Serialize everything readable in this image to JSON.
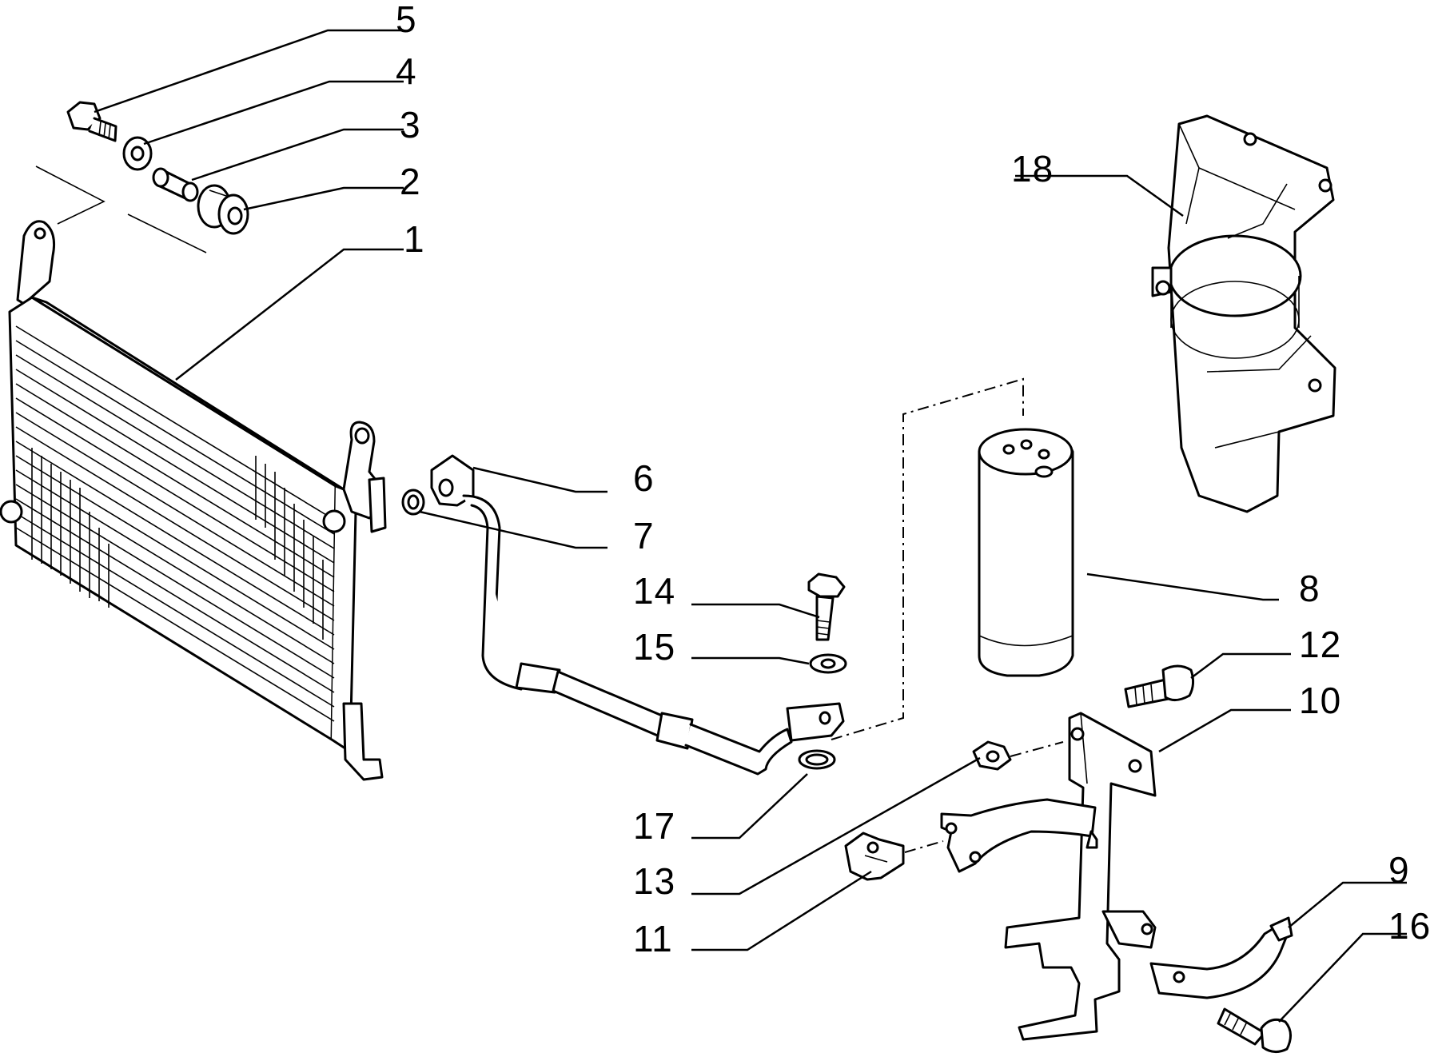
{
  "diagram": {
    "callouts": [
      {
        "id": "5",
        "text": "5"
      },
      {
        "id": "4",
        "text": "4"
      },
      {
        "id": "3",
        "text": "3"
      },
      {
        "id": "2",
        "text": "2"
      },
      {
        "id": "1",
        "text": "1"
      },
      {
        "id": "18",
        "text": "18"
      },
      {
        "id": "6",
        "text": "6"
      },
      {
        "id": "7",
        "text": "7"
      },
      {
        "id": "14",
        "text": "14"
      },
      {
        "id": "15",
        "text": "15"
      },
      {
        "id": "8",
        "text": "8"
      },
      {
        "id": "12",
        "text": "12"
      },
      {
        "id": "10",
        "text": "10"
      },
      {
        "id": "17",
        "text": "17"
      },
      {
        "id": "13",
        "text": "13"
      },
      {
        "id": "11",
        "text": "11"
      },
      {
        "id": "9",
        "text": "9"
      },
      {
        "id": "16",
        "text": "16"
      }
    ]
  }
}
